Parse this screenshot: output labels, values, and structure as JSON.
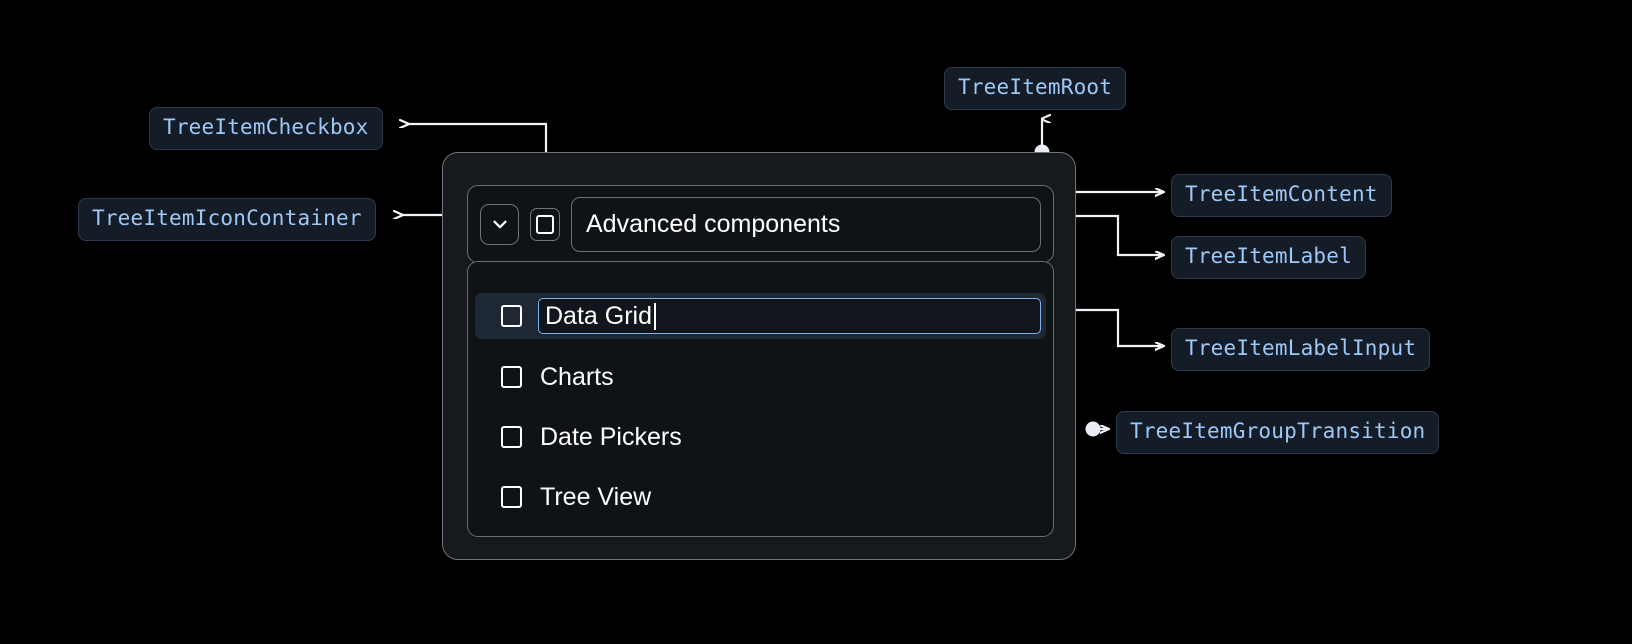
{
  "canvas": {
    "background": "#000000",
    "accent_badge_text": "#9ec8f5",
    "accent_badge_bg": "#141c28",
    "accent_badge_border": "#2e3a4c",
    "wire_color": "#f2f5f8",
    "focus_border": "#7fb3e8",
    "selected_row_bg": "#1e2835"
  },
  "annotations": [
    {
      "id": "root",
      "label": "TreeItemRoot"
    },
    {
      "id": "checkbox",
      "label": "TreeItemCheckbox"
    },
    {
      "id": "icon_container",
      "label": "TreeItemIconContainer"
    },
    {
      "id": "content",
      "label": "TreeItemContent"
    },
    {
      "id": "label",
      "label": "TreeItemLabel"
    },
    {
      "id": "label_input",
      "label": "TreeItemLabelInput"
    },
    {
      "id": "group_transition",
      "label": "TreeItemGroupTransition"
    }
  ],
  "tree": {
    "parent": {
      "expand_icon": "chevron-down-icon",
      "checkbox_state": "unchecked",
      "label": "Advanced components"
    },
    "children": [
      {
        "label": "Data Grid",
        "checkbox_state": "unchecked",
        "editing": true,
        "selected": true
      },
      {
        "label": "Charts",
        "checkbox_state": "unchecked",
        "editing": false,
        "selected": false
      },
      {
        "label": "Date Pickers",
        "checkbox_state": "unchecked",
        "editing": false,
        "selected": false
      },
      {
        "label": "Tree View",
        "checkbox_state": "unchecked",
        "editing": false,
        "selected": false
      }
    ]
  }
}
